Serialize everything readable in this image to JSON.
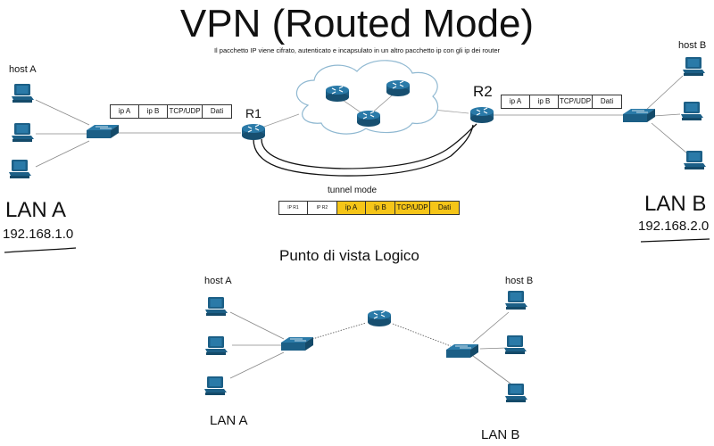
{
  "title": "VPN (Routed Mode)",
  "subtitle": "Il pacchetto IP viene cifrato, autenticato e incapsulato in un altro pacchetto ip con gli ip dei router",
  "colors": {
    "device": "#1c5f86",
    "cloud_border": "#8fb8d1",
    "cloud_fill": "#ffffff",
    "tunnel_highlight": "#f5c518"
  },
  "physical": {
    "host_a_label": "host A",
    "host_b_label": "host B",
    "router1_label": "R1",
    "router2_label": "R2",
    "lan_a": {
      "name": "LAN A",
      "network": "192.168.1.0"
    },
    "lan_b": {
      "name": "LAN B",
      "network": "192.168.2.0"
    },
    "packet_left": [
      "ip A",
      "ip B",
      "TCP/UDP",
      "Dati"
    ],
    "packet_right": [
      "ip A",
      "ip B",
      "TCP/UDP",
      "Dati"
    ],
    "tunnel_label": "tunnel mode",
    "tunnel_packet": [
      {
        "text": "IP R1",
        "highlight": false
      },
      {
        "text": "IP R2",
        "highlight": false
      },
      {
        "text": "ip A",
        "highlight": true
      },
      {
        "text": "ip B",
        "highlight": true
      },
      {
        "text": "TCP/UDP",
        "highlight": true
      },
      {
        "text": "Dati",
        "highlight": true
      }
    ]
  },
  "logical": {
    "title": "Punto di vista Logico",
    "host_a_label": "host A",
    "host_b_label": "host B",
    "lan_a": "LAN A",
    "lan_b": "LAN B"
  }
}
